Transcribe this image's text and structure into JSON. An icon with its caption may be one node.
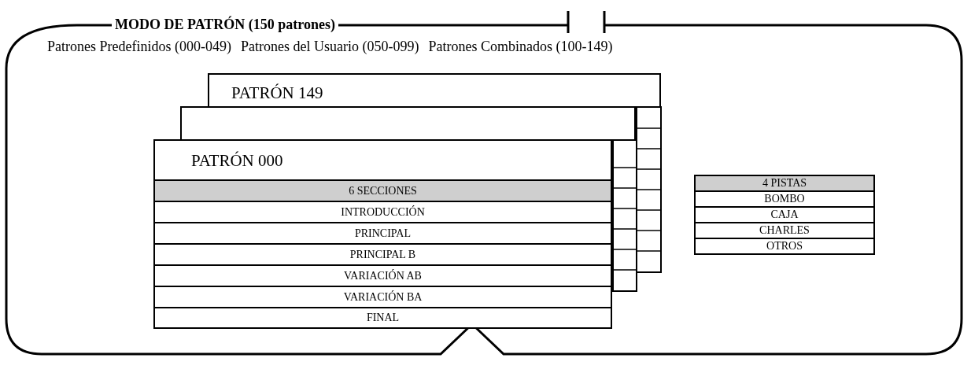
{
  "diagram": {
    "nodes": [
      {
        "text": [
          "MODO DE PATRÓN (150 patrones)"
        ]
      },
      {
        "text": [
          "PATRÓN 149"
        ],
        "in": 0
      },
      {
        "text": [],
        "shape": "box",
        "in": 0
      },
      {
        "text": [
          "PATRÓN 000"
        ],
        "in": 0
      },
      {
        "text": [
          "6 SECCIONES"
        ],
        "in": 3
      },
      {
        "text": [
          "INTRODUCCIÓN"
        ],
        "in": 3
      },
      {
        "text": [
          "PRINCIPAL"
        ],
        "in": 3
      },
      {
        "text": [
          "PRINCIPAL B"
        ],
        "in": 3
      },
      {
        "text": [
          "VARIACIÓN AB"
        ],
        "in": 3
      },
      {
        "text": [
          "VARIACIÓN BA"
        ],
        "in": 3
      },
      {
        "text": [
          "FINAL"
        ],
        "in": 3
      },
      {
        "text": [
          "4 PISTAS"
        ],
        "in": 0
      },
      {
        "text": [
          "BOMBO"
        ],
        "in": 0
      },
      {
        "text": [
          "CAJA"
        ],
        "in": 0
      },
      {
        "text": [
          "CHARLES"
        ],
        "in": 0
      },
      {
        "text": [
          "OTROS"
        ],
        "in": 0
      }
    ],
    "labels": [
      "Patrones Predefinidos (000-049)",
      "Patrones del Usuario (050-099)",
      "Patrones Combinados (100-149)"
    ]
  }
}
